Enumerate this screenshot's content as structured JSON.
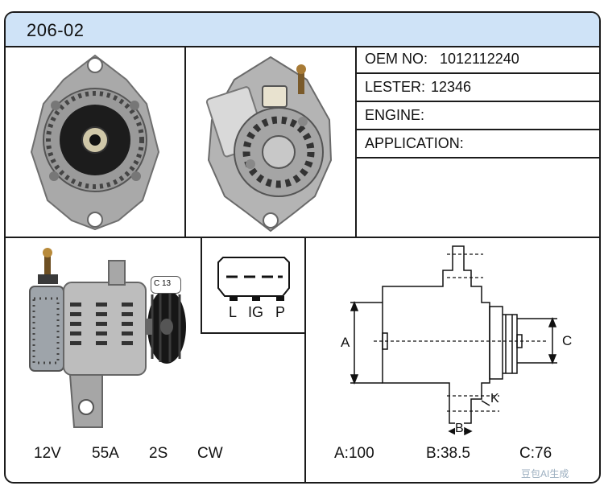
{
  "title": "206-02",
  "info": [
    {
      "label": "OEM NO:",
      "value": "1012112240"
    },
    {
      "label": "LESTER:",
      "value": "12346"
    },
    {
      "label": "ENGINE:",
      "value": ""
    },
    {
      "label": "APPLICATION:",
      "value": ""
    }
  ],
  "connector": {
    "tag": "C 13",
    "pins": [
      "L",
      "IG",
      "P"
    ]
  },
  "specs": {
    "voltage": "12V",
    "amperage": "55A",
    "pulley": "2S",
    "rotation": "CW"
  },
  "dimensions": {
    "a_label": "A",
    "b_label": "B",
    "c_label": "C",
    "k_label": "K",
    "a_value": "A:100",
    "b_value": "B:38.5",
    "c_value": "C:76"
  },
  "watermark": "豆包AI生成"
}
